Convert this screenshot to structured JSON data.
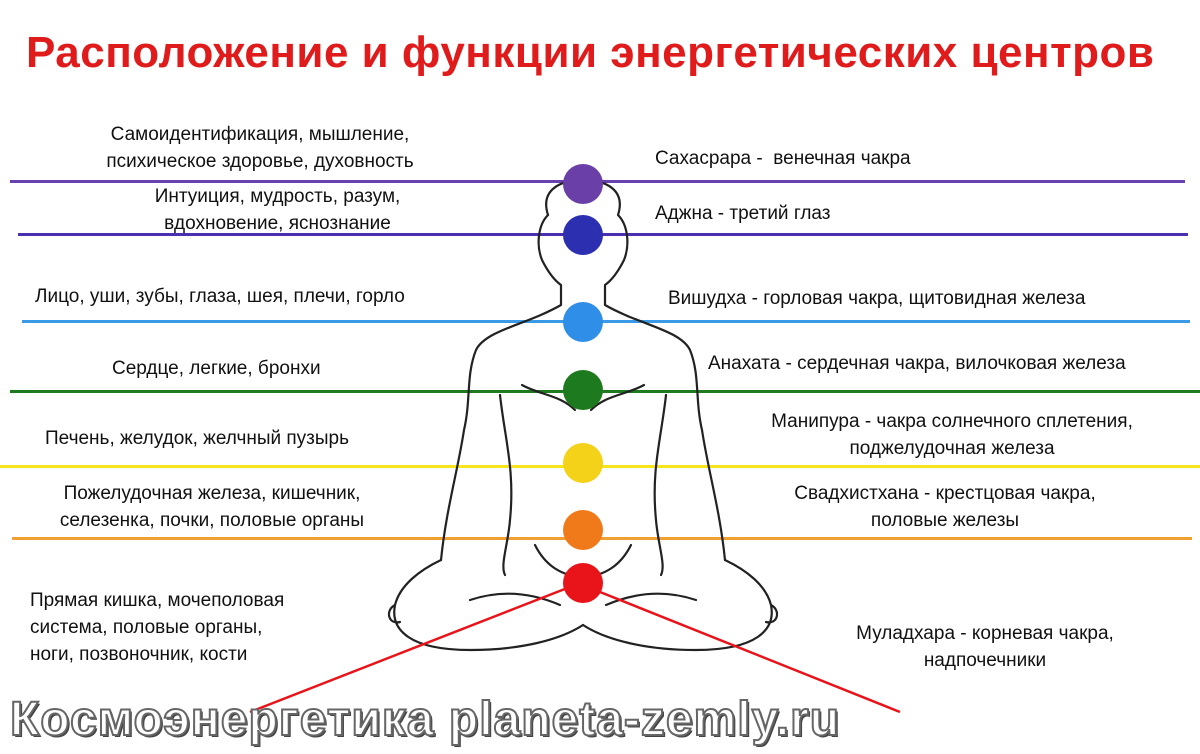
{
  "title": "Расположение и функции энергетических центров",
  "left": [
    {
      "l1": "Самоидентификация, мышление,",
      "l2": "психическое здоровье, духовность"
    },
    {
      "l1": "Интуиция, мудрость, разум,",
      "l2": "вдохновение, яснознание"
    },
    {
      "l1": "Лицо, уши, зубы, глаза, шея, плечи, горло",
      "l2": ""
    },
    {
      "l1": "Сердце, легкие, бронхи",
      "l2": ""
    },
    {
      "l1": "Печень, желудок, желчный пузырь",
      "l2": ""
    },
    {
      "l1": "Пожелудочная железа, кишечник,",
      "l2": "селезенка, почки, половые органы"
    },
    {
      "l1": "Прямая кишка, мочеполовая",
      "l2": "система, половые органы,",
      "l3": "ноги, позвоночник, кости"
    }
  ],
  "right": [
    {
      "l1": "Сахасрара -  венечная чакра",
      "l2": ""
    },
    {
      "l1": "Аджна - третий глаз",
      "l2": ""
    },
    {
      "l1": "Вишудха - горловая чакра, щитовидная железа",
      "l2": ""
    },
    {
      "l1": "Анахата - сердечная чакра, вилочковая железа",
      "l2": ""
    },
    {
      "l1": "Манипура - чакра солнечного сплетения,",
      "l2": "поджелудочная железа"
    },
    {
      "l1": "Свадхистхана - крестцовая чакра,",
      "l2": "половые железы"
    },
    {
      "l1": "Муладхара - корневая чакра,",
      "l2": "надпочечники"
    }
  ],
  "colors": {
    "sahasrara": "#6a3fa8",
    "ajna": "#2b2fb0",
    "vishuddha": "#2f8fe8",
    "anahata": "#1e7a1e",
    "manipura": "#f5d21a",
    "svadhisthana": "#f07a1a",
    "muladhara": "#e8141a",
    "line_violet": "#6a3fb0",
    "line_indigo": "#4a2fb0",
    "line_blue": "#3a9ae8",
    "line_green": "#1e7a1e",
    "line_yellow": "#f5e51a",
    "line_orange": "#f0a030",
    "title": "#e01b1b"
  },
  "watermark": "Космоэнергетика planeta-zemly.ru"
}
